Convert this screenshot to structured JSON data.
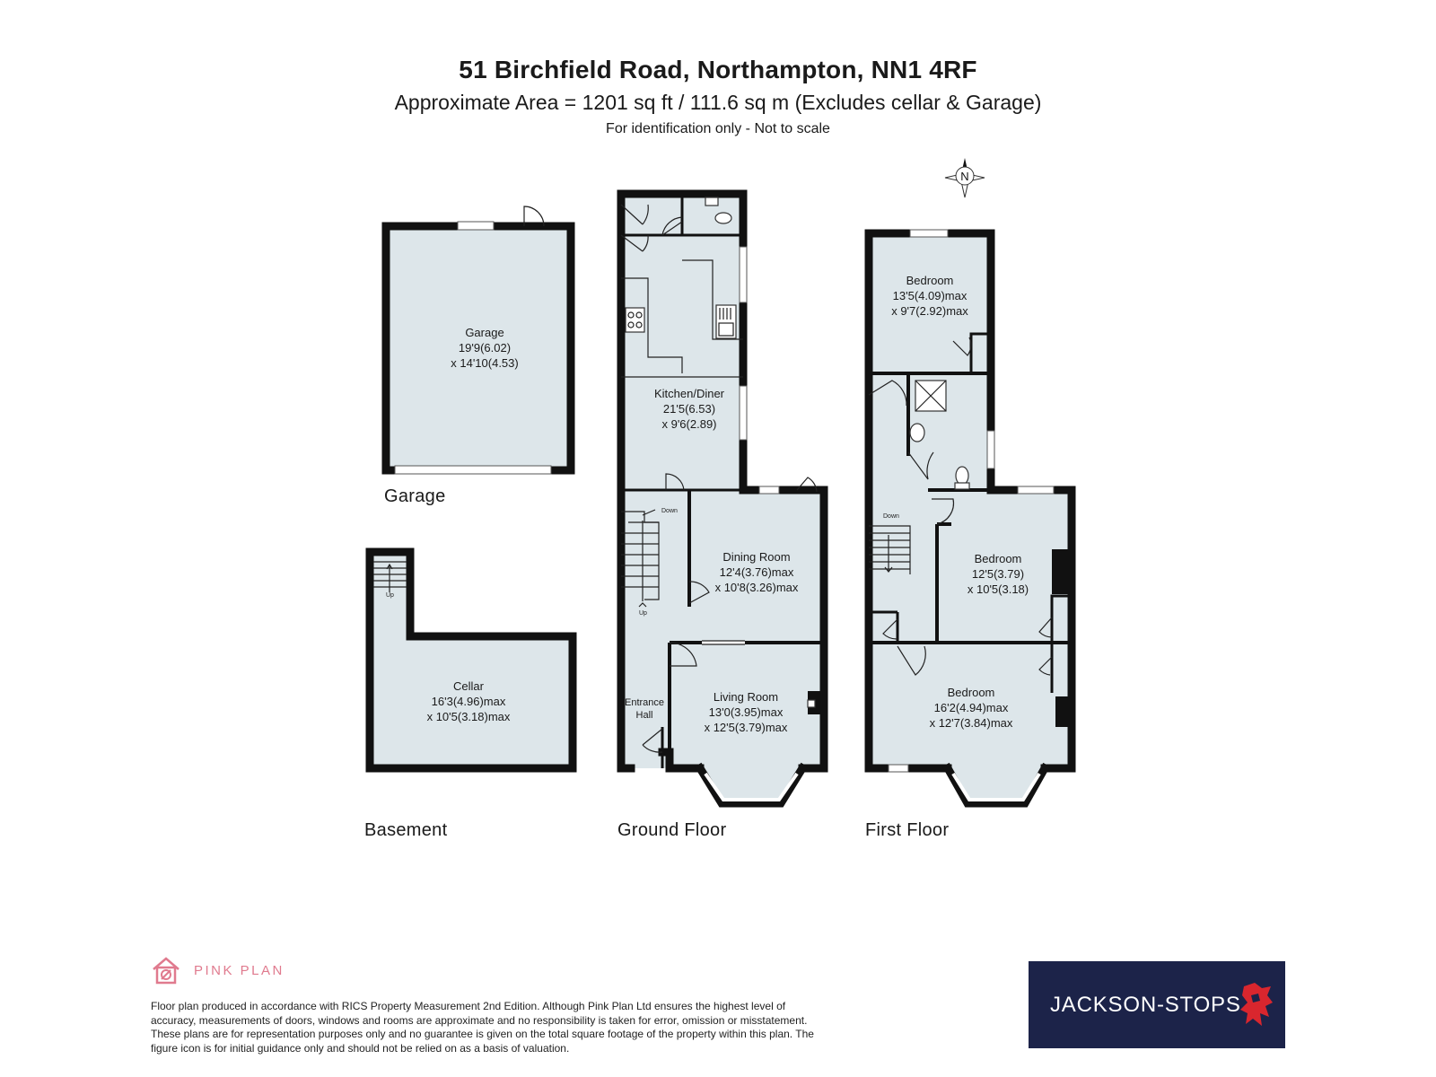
{
  "header": {
    "title": "51 Birchfield Road, Northampton, NN1 4RF",
    "subtitle": "Approximate Area = 1201 sq ft / 111.6 sq m (Excludes cellar & Garage)",
    "note": "For identification only - Not to scale"
  },
  "compass": {
    "letter": "N"
  },
  "floors": {
    "garage": "Garage",
    "basement": "Basement",
    "ground": "Ground Floor",
    "first": "First Floor"
  },
  "rooms": {
    "garage": {
      "name": "Garage",
      "dim1": "19'9(6.02)",
      "dim2": "x 14'10(4.53)"
    },
    "cellar": {
      "name": "Cellar",
      "dim1": "16'3(4.96)max",
      "dim2": "x 10'5(3.18)max"
    },
    "kitchen": {
      "name": "Kitchen/Diner",
      "dim1": "21'5(6.53)",
      "dim2": "x 9'6(2.89)"
    },
    "dining": {
      "name": "Dining Room",
      "dim1": "12'4(3.76)max",
      "dim2": "x 10'8(3.26)max"
    },
    "living": {
      "name": "Living Room",
      "dim1": "13'0(3.95)max",
      "dim2": "x 12'5(3.79)max"
    },
    "hall": {
      "line1": "Entrance",
      "line2": "Hall"
    },
    "bed1": {
      "name": "Bedroom",
      "dim1": "13'5(4.09)max",
      "dim2": "x 9'7(2.92)max"
    },
    "bed2": {
      "name": "Bedroom",
      "dim1": "12'5(3.79)",
      "dim2": "x 10'5(3.18)"
    },
    "bed3": {
      "name": "Bedroom",
      "dim1": "16'2(4.94)max",
      "dim2": "x 12'7(3.84)max"
    }
  },
  "stairs": {
    "cellar_up": "Up",
    "ground_down": "Down",
    "ground_up": "Up",
    "first_down": "Down"
  },
  "footer": {
    "brand": "PINK PLAN",
    "disclaimer": "Floor plan produced in accordance with RICS Property Measurement 2nd Edition. Although Pink Plan Ltd ensures the highest level of accuracy, measurements of doors, windows and rooms are approximate and no responsibility is taken for error, omission or misstatement. These plans are for representation purposes only and no guarantee is given on the total square footage of the property within this plan. The figure icon is for initial guidance only and should not be relied on as a basis of valuation.",
    "agent": "JACKSON-STOPS"
  },
  "colors": {
    "room_fill": "#dde6ea",
    "wall": "#111111",
    "pink_plan": "#e07a8e",
    "agent_bg": "#1c2349",
    "agent_icon": "#d9262e"
  },
  "icons": [
    "compass-icon",
    "pink-plan-logo-icon",
    "jackson-stops-fox-icon"
  ]
}
